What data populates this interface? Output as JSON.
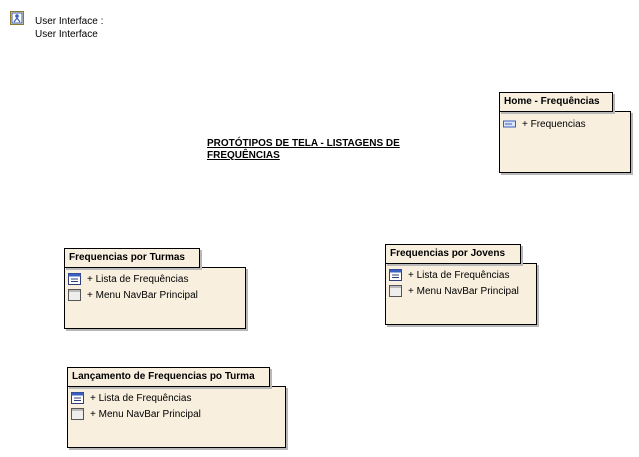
{
  "header": {
    "line1": "User Interface :",
    "line2": "User Interface",
    "icon": "user-interface-icon"
  },
  "diagram_title": "PROTÓTIPOS DE TELA - LISTAGENS DE FREQUÊNCIAS",
  "packages": {
    "home": {
      "title": "Home - Frequências",
      "items": [
        {
          "label": "+ Frequencias",
          "icon": "textbox-icon"
        }
      ]
    },
    "turmas": {
      "title": "Frequencias por Turmas",
      "items": [
        {
          "label": "+ Lista de Frequências",
          "icon": "list-screen-icon"
        },
        {
          "label": "+ Menu NavBar Principal",
          "icon": "panel-icon"
        }
      ]
    },
    "jovens": {
      "title": "Frequencias por Jovens",
      "items": [
        {
          "label": "+ Lista de Frequências",
          "icon": "list-screen-icon"
        },
        {
          "label": "+ Menu NavBar Principal",
          "icon": "panel-icon"
        }
      ]
    },
    "lancamento": {
      "title": "Lançamento de Frequencias po Turma",
      "items": [
        {
          "label": "+ Lista de Frequências",
          "icon": "list-screen-icon"
        },
        {
          "label": "+ Menu NavBar Principal",
          "icon": "panel-icon"
        }
      ]
    }
  },
  "colors": {
    "box_fill": "#f8efdf",
    "border": "#000000",
    "shadow": "#b8b8b8"
  }
}
